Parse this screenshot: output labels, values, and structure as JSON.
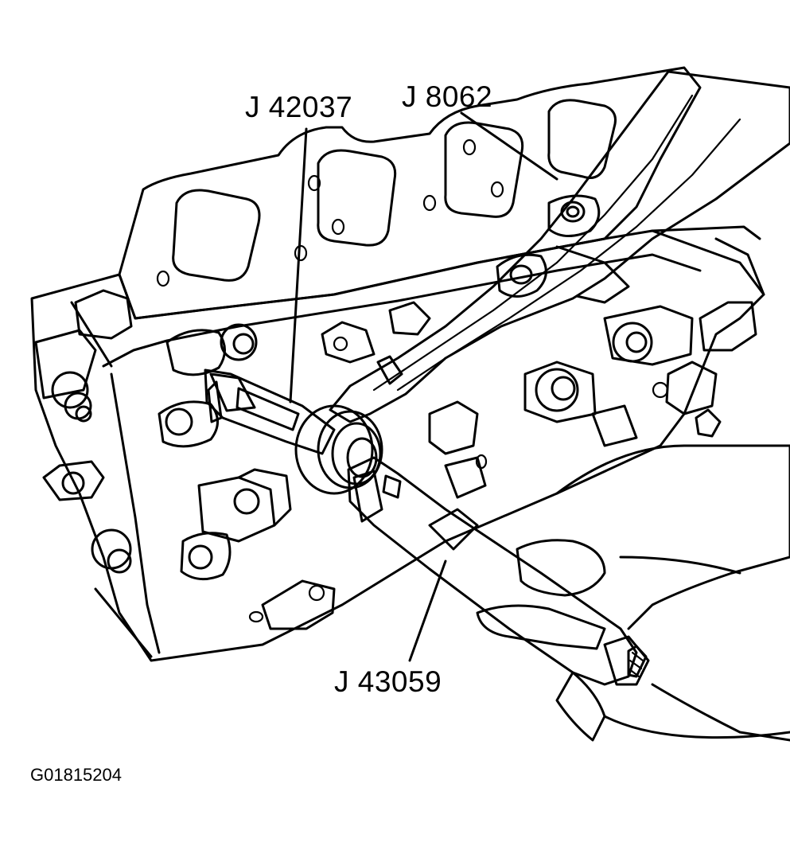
{
  "callouts": {
    "tool_1": "J 42037",
    "tool_2": "J 8062",
    "tool_3": "J 43059"
  },
  "figure_id": "G01815204"
}
